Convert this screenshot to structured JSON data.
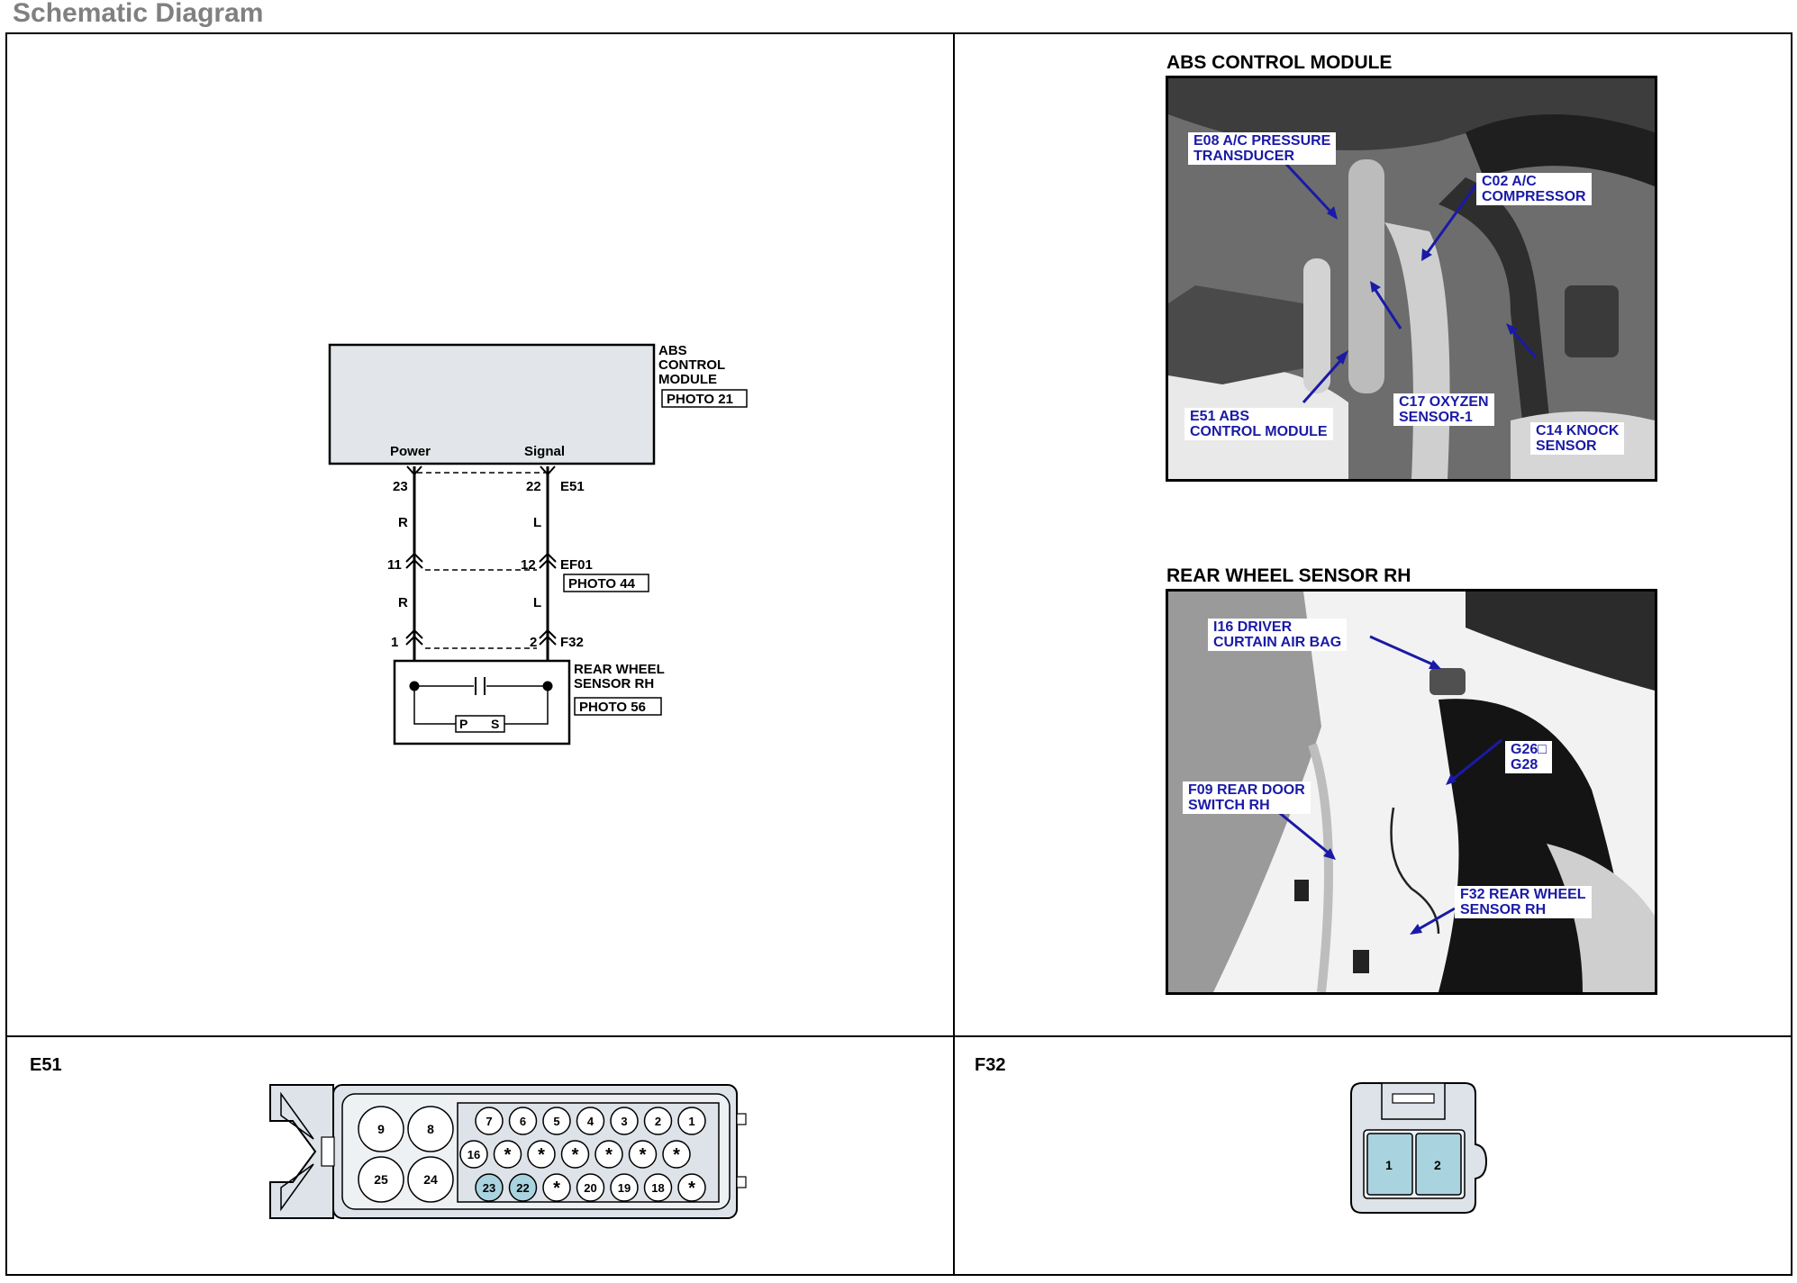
{
  "page": {
    "title": "Schematic Diagram"
  },
  "schematic": {
    "module": {
      "name_lines": [
        "ABS",
        "CONTROL",
        "MODULE"
      ],
      "photo": "PHOTO 21",
      "pin_labels": {
        "power": "Power",
        "signal": "Signal"
      }
    },
    "connector_e51": {
      "id": "E51",
      "left_pin": "23",
      "right_pin": "22"
    },
    "wire_colors_upper": {
      "left": "R",
      "right": "L"
    },
    "connector_ef01": {
      "id": "EF01",
      "left_pin": "11",
      "right_pin": "12",
      "photo": "PHOTO 44"
    },
    "wire_colors_lower": {
      "left": "R",
      "right": "L"
    },
    "connector_f32": {
      "id": "F32",
      "left_pin": "1",
      "right_pin": "2"
    },
    "sensor": {
      "name_lines": [
        "REAR WHEEL",
        "SENSOR RH"
      ],
      "photo": "PHOTO 56",
      "p_label": "P",
      "s_label": "S"
    }
  },
  "photos": {
    "abs": {
      "title": "ABS CONTROL MODULE",
      "callouts": {
        "e08": "E08 A/C PRESSURE\nTRANSDUCER",
        "c02": "C02 A/C\nCOMPRESSOR",
        "e51": "E51 ABS\nCONTROL MODULE",
        "c17": "C17 OXYZEN\nSENSOR-1",
        "c14": "C14 KNOCK\nSENSOR"
      }
    },
    "rear": {
      "title": "REAR WHEEL SENSOR RH",
      "callouts": {
        "i16": "I16 DRIVER\nCURTAIN AIR BAG",
        "g28": "G26□\nG28",
        "f09": "F09 REAR DOOR\nSWITCH RH",
        "f32": "F32 REAR WHEEL\nSENSOR RH"
      }
    }
  },
  "connector_views": {
    "e51": {
      "label": "E51",
      "big_pins": [
        "9",
        "8",
        "25",
        "24"
      ],
      "row1": [
        "7",
        "6",
        "5",
        "4",
        "3",
        "2",
        "1"
      ],
      "row2": [
        "16",
        "*",
        "*",
        "*",
        "*",
        "*",
        "*"
      ],
      "row3": [
        "23",
        "22",
        "*",
        "20",
        "19",
        "18",
        "*"
      ],
      "highlighted_pins": [
        "23",
        "22"
      ],
      "highlight_color": "#a9d3de"
    },
    "f32": {
      "label": "F32",
      "pins": [
        "1",
        "2"
      ],
      "pin_color": "#a9d3de"
    }
  },
  "colors": {
    "module_fill": "#e2e6ea",
    "callout_text": "#1a1aa6",
    "title_gray": "#808080"
  }
}
